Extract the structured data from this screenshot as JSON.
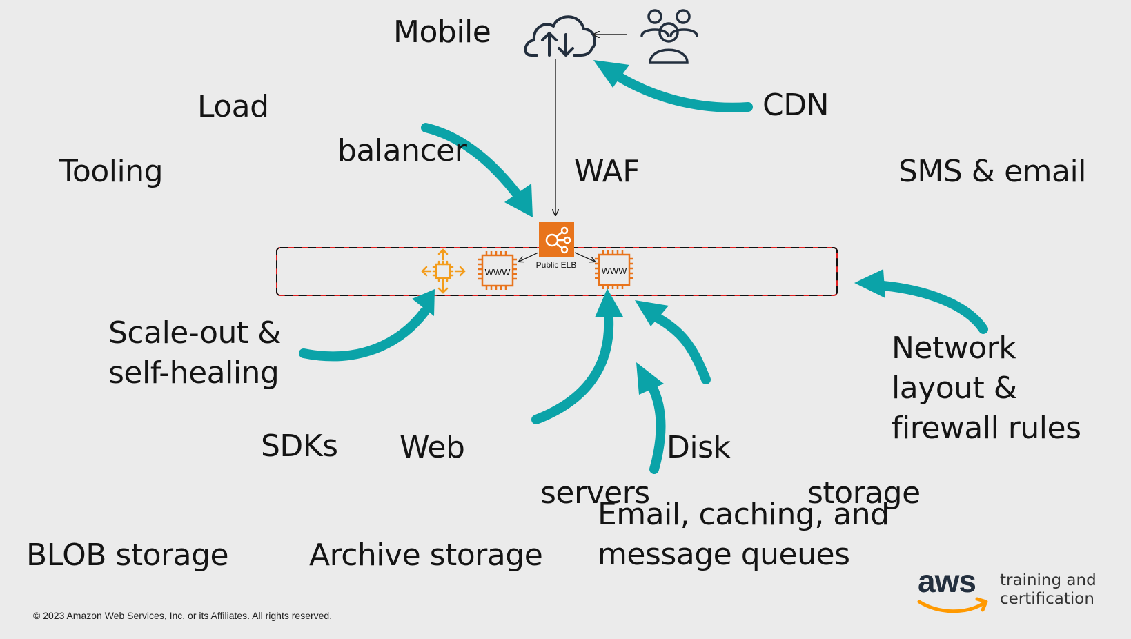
{
  "labels": {
    "mobile": "Mobile",
    "cdn": "CDN",
    "load": "Load",
    "balancer": "balancer",
    "tooling": "Tooling",
    "waf": "WAF",
    "sms_email": "SMS & email",
    "scale_out": [
      "Scale-out &",
      "self-healing"
    ],
    "network": [
      "Network",
      "layout &",
      "firewall rules"
    ],
    "sdks": "SDKs",
    "web": "Web",
    "disk": "Disk",
    "servers": "servers",
    "storage": "storage",
    "email_caching": [
      "Email, caching, and",
      "message queues"
    ],
    "blob_storage": "BLOB storage",
    "archive_storage": "Archive storage"
  },
  "diagram": {
    "elb_label": "Public ELB",
    "www_left": "WWW",
    "www_right": "WWW"
  },
  "icons": [
    "cloud-upload-download-icon",
    "users-group-icon",
    "elb-icon",
    "ec2-instance-icon",
    "auto-scaling-icon"
  ],
  "colors": {
    "teal_arrow": "#0ba3a8",
    "orange": "#e8741c",
    "autoscale_orange": "#f39c1b",
    "dashed_border": "#e02020",
    "background": "#ebebeb"
  },
  "footer": {
    "copyright": "© 2023 Amazon Web Services, Inc. or its Affiliates. All rights reserved.",
    "brand": "aws",
    "tagline": [
      "training and",
      "certification"
    ]
  }
}
